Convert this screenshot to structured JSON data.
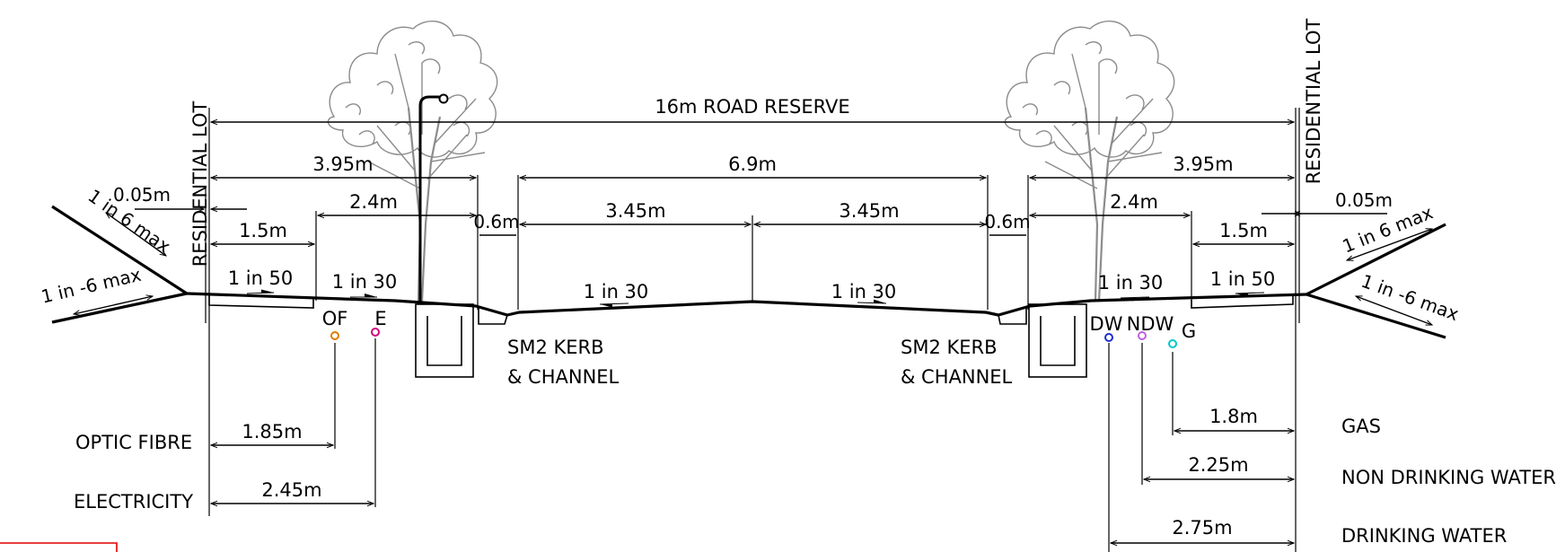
{
  "labels": {
    "road_reserve": "16m ROAD RESERVE",
    "residential_lot_left": "RESIDENTIAL LOT",
    "residential_lot_right": "RESIDENTIAL LOT",
    "verge_left": "3.95m",
    "verge_right": "3.95m",
    "carriageway": "6.9m",
    "lane_left": "3.45m",
    "lane_right": "3.45m",
    "kerb_left_width": "0.6m",
    "kerb_right_width": "0.6m",
    "nature_strip_left": "2.4m",
    "nature_strip_right": "2.4m",
    "path_left": "1.5m",
    "path_right": "1.5m",
    "offset_left": "0.05m",
    "offset_right": "0.05m",
    "batter_up_left": "1 in 6 max",
    "batter_down_left": "1 in -6 max",
    "batter_up_right": "1 in 6 max",
    "batter_down_right": "1 in -6 max",
    "grade_path_left": "1 in 50",
    "grade_verge_left": "1 in 30",
    "grade_lane_left": "1 in 30",
    "grade_lane_right": "1 in 30",
    "grade_verge_right": "1 in 30",
    "grade_path_right": "1 in 50",
    "kerb_left_line1": "SM2 KERB",
    "kerb_left_line2": "& CHANNEL",
    "kerb_right_line1": "SM2 KERB",
    "kerb_right_line2": "& CHANNEL"
  },
  "services": {
    "of_tag": "OF",
    "e_tag": "E",
    "dw_tag": "DW",
    "ndw_tag": "NDW",
    "g_tag": "G",
    "optic_fibre": "OPTIC FIBRE",
    "electricity": "ELECTRICITY",
    "gas": "GAS",
    "non_drinking_water": "NON DRINKING WATER",
    "drinking_water": "DRINKING WATER",
    "optic_fibre_offset": "1.85m",
    "electricity_offset": "2.45m",
    "gas_offset": "1.8m",
    "non_drinking_water_offset": "2.25m",
    "drinking_water_offset": "2.75m"
  },
  "colors": {
    "optic_fibre": "#e07b00",
    "electricity": "#d0007a",
    "drinking_water": "#1a2fd0",
    "non_drinking_water": "#c060e0",
    "gas": "#00c8c8",
    "tree": "#8c8c8c",
    "line": "#000000",
    "frame": "#e00000"
  }
}
